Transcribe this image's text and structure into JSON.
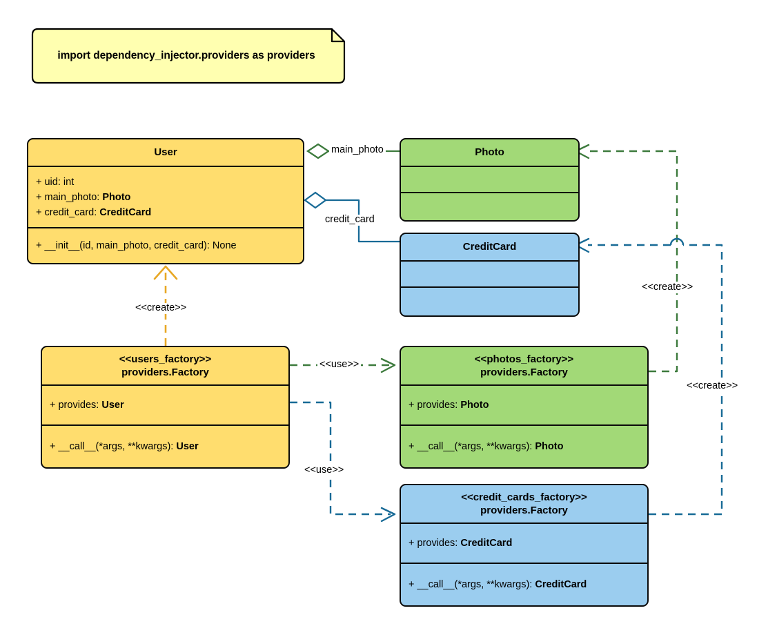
{
  "diagram": {
    "type": "uml-class-diagram",
    "note": {
      "text": "import dependency_injector.providers as providers",
      "fill": "#FFFFB0",
      "stroke": "#000000"
    },
    "colors": {
      "yellow": "#FFDD6E",
      "green": "#A2D977",
      "blue": "#9BCDEF",
      "orange_edge": "#E8A825",
      "green_edge": "#3C7A3C",
      "blue_edge": "#176A96",
      "outline": "#0A0A0A"
    },
    "classes": [
      {
        "id": "user",
        "stereotype": "",
        "name": "User",
        "color": "#FFDD6E",
        "attributes": [
          "+ uid: int",
          "+ main_photo: Photo",
          "+ credit_card: CreditCard"
        ],
        "attributes_rich": [
          {
            "prefix": "+ uid: int",
            "bold": ""
          },
          {
            "prefix": "+ main_photo: ",
            "bold": "Photo"
          },
          {
            "prefix": "+ credit_card: ",
            "bold": "CreditCard"
          }
        ],
        "methods_rich": [
          {
            "prefix": "+ __init__(id, main_photo, credit_card): None",
            "bold": ""
          }
        ]
      },
      {
        "id": "photo",
        "stereotype": "",
        "name": "Photo",
        "color": "#A2D977",
        "attributes_rich": [],
        "methods_rich": []
      },
      {
        "id": "creditcard",
        "stereotype": "",
        "name": "CreditCard",
        "color": "#9BCDEF",
        "attributes_rich": [],
        "methods_rich": []
      },
      {
        "id": "users_factory",
        "stereotype": "<<users_factory>>",
        "name": "providers.Factory",
        "color": "#FFDD6E",
        "attributes_rich": [
          {
            "prefix": "+ provides: ",
            "bold": "User"
          }
        ],
        "methods_rich": [
          {
            "prefix": "+ __call__(*args, **kwargs): ",
            "bold": "User"
          }
        ]
      },
      {
        "id": "photos_factory",
        "stereotype": "<<photos_factory>>",
        "name": "providers.Factory",
        "color": "#A2D977",
        "attributes_rich": [
          {
            "prefix": "+ provides: ",
            "bold": "Photo"
          }
        ],
        "methods_rich": [
          {
            "prefix": "+ __call__(*args, **kwargs): ",
            "bold": "Photo"
          }
        ]
      },
      {
        "id": "credit_cards_factory",
        "stereotype": "<<credit_cards_factory>>",
        "name": "providers.Factory",
        "color": "#9BCDEF",
        "attributes_rich": [
          {
            "prefix": "+ provides: ",
            "bold": "CreditCard"
          }
        ],
        "methods_rich": [
          {
            "prefix": "+ __call__(*args, **kwargs): ",
            "bold": "CreditCard"
          }
        ]
      }
    ],
    "edges": [
      {
        "id": "user-photo",
        "from": "user",
        "to": "photo",
        "kind": "aggregation",
        "label": "main_photo",
        "color": "#3C7A3C",
        "style": "solid"
      },
      {
        "id": "user-creditcard",
        "from": "user",
        "to": "creditcard",
        "kind": "aggregation",
        "label": "credit_card",
        "color": "#176A96",
        "style": "solid"
      },
      {
        "id": "usersfactory-user",
        "from": "users_factory",
        "to": "user",
        "kind": "dependency",
        "label": "<<create>>",
        "color": "#E8A825",
        "style": "dashed"
      },
      {
        "id": "usersfactory-photosfactory",
        "from": "users_factory",
        "to": "photos_factory",
        "kind": "dependency",
        "label": "<<use>>",
        "color": "#3C7A3C",
        "style": "dashed"
      },
      {
        "id": "usersfactory-cardsfactory",
        "from": "users_factory",
        "to": "credit_cards_factory",
        "kind": "dependency",
        "label": "<<use>>",
        "color": "#176A96",
        "style": "dashed"
      },
      {
        "id": "photosfactory-photo",
        "from": "photos_factory",
        "to": "photo",
        "kind": "dependency",
        "label": "<<create>>",
        "color": "#3C7A3C",
        "style": "dashed"
      },
      {
        "id": "cardsfactory-creditcard",
        "from": "credit_cards_factory",
        "to": "creditcard",
        "kind": "dependency",
        "label": "<<create>>",
        "color": "#176A96",
        "style": "dashed"
      }
    ]
  }
}
